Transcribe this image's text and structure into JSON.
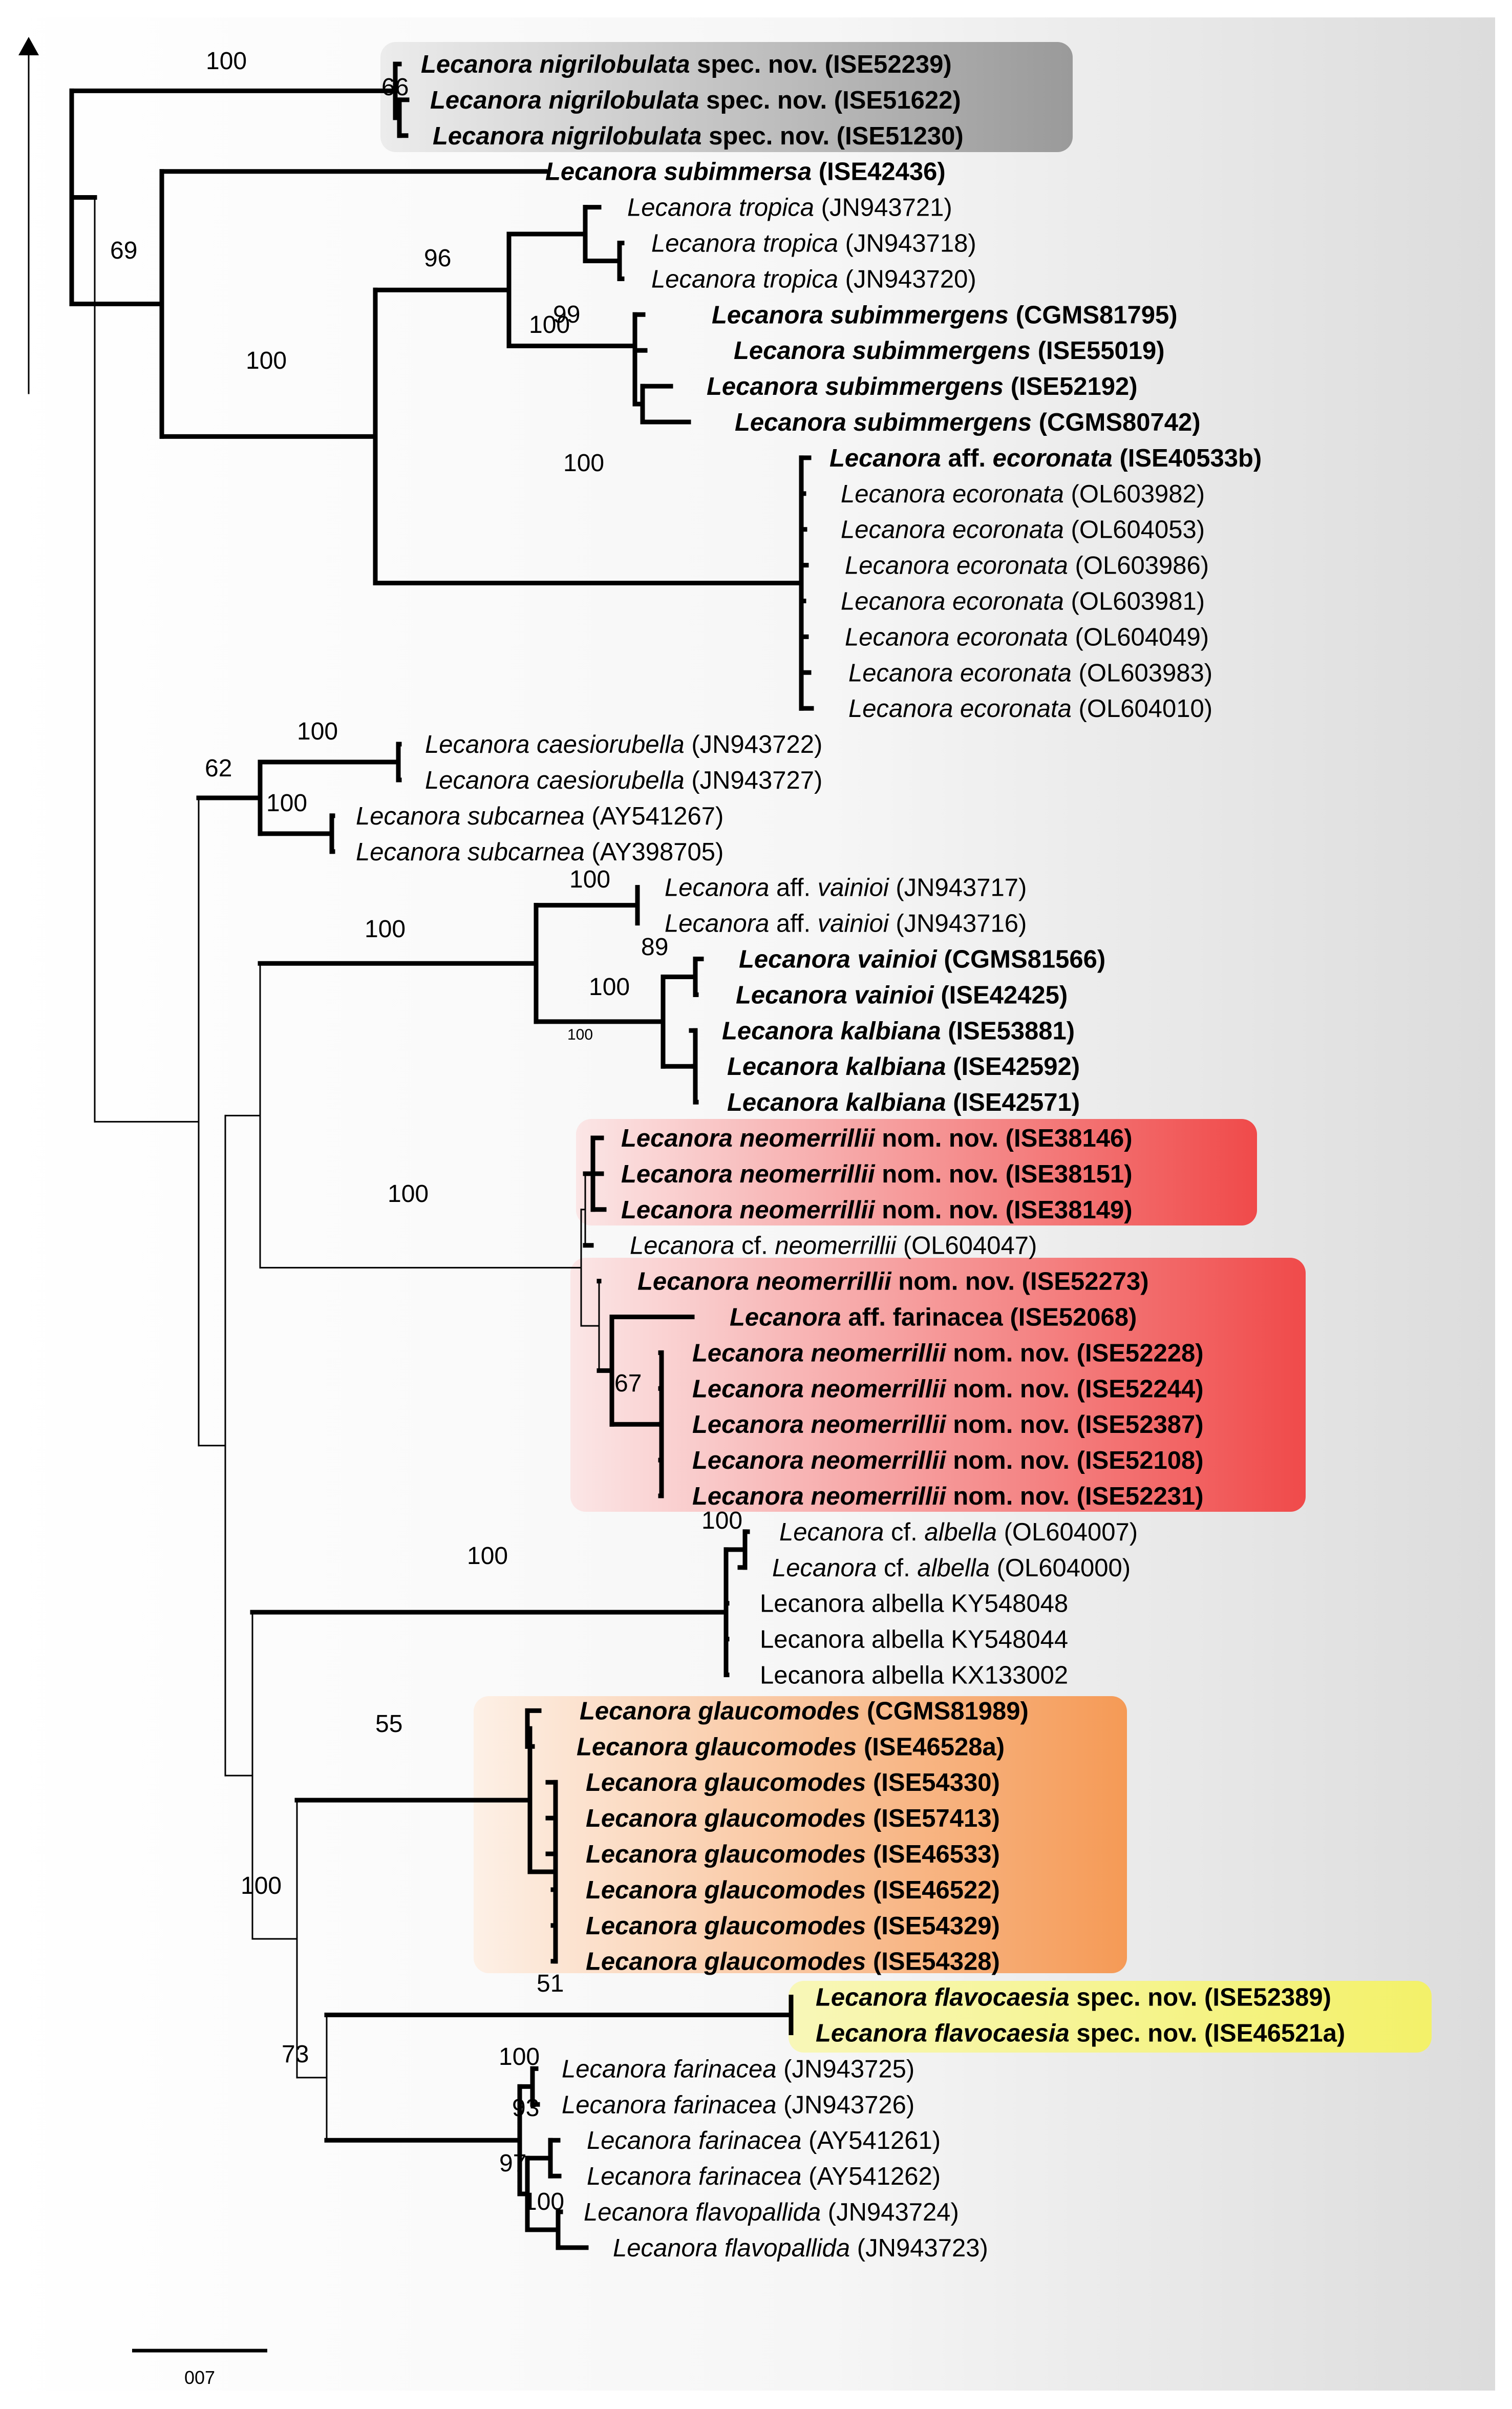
{
  "tree": {
    "taxa": [
      {
        "genus": "Lecanora",
        "epithet": "nigrilobulata",
        "qualifier": "",
        "suffix": "spec. nov.",
        "voucher": "(ISE52239)",
        "bold": true
      },
      {
        "genus": "Lecanora",
        "epithet": "nigrilobulata",
        "qualifier": "",
        "suffix": "spec. nov.",
        "voucher": "(ISE51622)",
        "bold": true
      },
      {
        "genus": "Lecanora",
        "epithet": "nigrilobulata",
        "qualifier": "",
        "suffix": "spec. nov.",
        "voucher": "(ISE51230)",
        "bold": true
      },
      {
        "genus": "Lecanora",
        "epithet": "subimmersa",
        "qualifier": "",
        "suffix": "",
        "voucher": "(ISE42436)",
        "bold": true
      },
      {
        "genus": "Lecanora",
        "epithet": "tropica",
        "qualifier": "",
        "suffix": "",
        "voucher": "(JN943721)",
        "bold": false
      },
      {
        "genus": "Lecanora",
        "epithet": "tropica",
        "qualifier": "",
        "suffix": "",
        "voucher": "(JN943718)",
        "bold": false
      },
      {
        "genus": "Lecanora",
        "epithet": "tropica",
        "qualifier": "",
        "suffix": "",
        "voucher": "(JN943720)",
        "bold": false
      },
      {
        "genus": "Lecanora",
        "epithet": "subimmergens",
        "qualifier": "",
        "suffix": "",
        "voucher": "(CGMS81795)",
        "bold": true
      },
      {
        "genus": "Lecanora",
        "epithet": "subimmergens",
        "qualifier": "",
        "suffix": "",
        "voucher": "(ISE55019)",
        "bold": true
      },
      {
        "genus": "Lecanora",
        "epithet": "subimmergens",
        "qualifier": "",
        "suffix": "",
        "voucher": "(ISE52192)",
        "bold": true
      },
      {
        "genus": "Lecanora",
        "epithet": "subimmergens",
        "qualifier": "",
        "suffix": "",
        "voucher": "(CGMS80742)",
        "bold": true
      },
      {
        "genus": "Lecanora",
        "epithet": "ecoronata",
        "qualifier": "aff.",
        "suffix": "",
        "voucher": "(ISE40533b)",
        "bold": true
      },
      {
        "genus": "Lecanora",
        "epithet": "ecoronata",
        "qualifier": "",
        "suffix": "",
        "voucher": "(OL603982)",
        "bold": false
      },
      {
        "genus": "Lecanora",
        "epithet": "ecoronata",
        "qualifier": "",
        "suffix": "",
        "voucher": "(OL604053)",
        "bold": false
      },
      {
        "genus": "Lecanora",
        "epithet": "ecoronata",
        "qualifier": "",
        "suffix": "",
        "voucher": "(OL603986)",
        "bold": false
      },
      {
        "genus": "Lecanora",
        "epithet": "ecoronata",
        "qualifier": "",
        "suffix": "",
        "voucher": "(OL603981)",
        "bold": false
      },
      {
        "genus": "Lecanora",
        "epithet": "ecoronata",
        "qualifier": "",
        "suffix": "",
        "voucher": "(OL604049)",
        "bold": false
      },
      {
        "genus": "Lecanora",
        "epithet": "ecoronata",
        "qualifier": "",
        "suffix": "",
        "voucher": "(OL603983)",
        "bold": false
      },
      {
        "genus": "Lecanora",
        "epithet": "ecoronata",
        "qualifier": "",
        "suffix": "",
        "voucher": "(OL604010)",
        "bold": false
      },
      {
        "genus": "Lecanora",
        "epithet": "caesiorubella",
        "qualifier": "",
        "suffix": "",
        "voucher": "(JN943722)",
        "bold": false
      },
      {
        "genus": "Lecanora",
        "epithet": "caesiorubella",
        "qualifier": "",
        "suffix": "",
        "voucher": "(JN943727)",
        "bold": false
      },
      {
        "genus": "Lecanora",
        "epithet": "subcarnea",
        "qualifier": "",
        "suffix": "",
        "voucher": "(AY541267)",
        "bold": false
      },
      {
        "genus": "Lecanora",
        "epithet": "subcarnea",
        "qualifier": "",
        "suffix": "",
        "voucher": "(AY398705)",
        "bold": false
      },
      {
        "genus": "Lecanora",
        "epithet": "vainioi",
        "qualifier": "aff.",
        "suffix": "",
        "voucher": "(JN943717)",
        "bold": false
      },
      {
        "genus": "Lecanora",
        "epithet": "vainioi",
        "qualifier": "aff.",
        "suffix": "",
        "voucher": "(JN943716)",
        "bold": false
      },
      {
        "genus": "Lecanora",
        "epithet": "vainioi",
        "qualifier": "",
        "suffix": "",
        "voucher": "(CGMS81566)",
        "bold": true
      },
      {
        "genus": "Lecanora",
        "epithet": "vainioi",
        "qualifier": "",
        "suffix": "",
        "voucher": "(ISE42425)",
        "bold": true
      },
      {
        "genus": "Lecanora",
        "epithet": "kalbiana",
        "qualifier": "",
        "suffix": "",
        "voucher": "(ISE53881)",
        "bold": true
      },
      {
        "genus": "Lecanora",
        "epithet": "kalbiana",
        "qualifier": "",
        "suffix": "",
        "voucher": "(ISE42592)",
        "bold": true
      },
      {
        "genus": "Lecanora",
        "epithet": "kalbiana",
        "qualifier": "",
        "suffix": "",
        "voucher": "(ISE42571)",
        "bold": true
      },
      {
        "genus": "Lecanora",
        "epithet": "neomerrillii",
        "qualifier": "",
        "suffix": "nom. nov.",
        "voucher": "(ISE38146)",
        "bold": true
      },
      {
        "genus": "Lecanora",
        "epithet": "neomerrillii",
        "qualifier": "",
        "suffix": "nom. nov.",
        "voucher": "(ISE38151)",
        "bold": true
      },
      {
        "genus": "Lecanora",
        "epithet": "neomerrillii",
        "qualifier": "",
        "suffix": "nom. nov.",
        "voucher": "(ISE38149)",
        "bold": true
      },
      {
        "genus": "Lecanora",
        "epithet": "neomerrillii",
        "qualifier": "cf.",
        "suffix": "",
        "voucher": "(OL604047)",
        "bold": false
      },
      {
        "genus": "Lecanora",
        "epithet": "neomerrillii",
        "qualifier": "",
        "suffix": "nom. nov.",
        "voucher": "(ISE52273)",
        "bold": true
      },
      {
        "genus": "Lecanora",
        "epithet": "farinacea",
        "qualifier": "aff.",
        "suffix": "",
        "voucher": "(ISE52068)",
        "bold": true,
        "roman_epithet": true
      },
      {
        "genus": "Lecanora",
        "epithet": "neomerrillii",
        "qualifier": "",
        "suffix": "nom. nov.",
        "voucher": "(ISE52228)",
        "bold": true
      },
      {
        "genus": "Lecanora",
        "epithet": "neomerrillii",
        "qualifier": "",
        "suffix": "nom. nov.",
        "voucher": "(ISE52244)",
        "bold": true
      },
      {
        "genus": "Lecanora",
        "epithet": "neomerrillii",
        "qualifier": "",
        "suffix": "nom. nov.",
        "voucher": "(ISE52387)",
        "bold": true
      },
      {
        "genus": "Lecanora",
        "epithet": "neomerrillii",
        "qualifier": "",
        "suffix": "nom. nov.",
        "voucher": "(ISE52108)",
        "bold": true
      },
      {
        "genus": "Lecanora",
        "epithet": "neomerrillii",
        "qualifier": "",
        "suffix": "nom. nov.",
        "voucher": "(ISE52231)",
        "bold": true
      },
      {
        "genus": "Lecanora",
        "epithet": "albella",
        "qualifier": "cf.",
        "suffix": "",
        "voucher": "(OL604007)",
        "bold": false
      },
      {
        "genus": "Lecanora",
        "epithet": "albella",
        "qualifier": "cf.",
        "suffix": "",
        "voucher": "(OL604000)",
        "bold": false
      },
      {
        "genus": "Lecanora",
        "epithet": "albella",
        "qualifier": "",
        "suffix": "",
        "voucher": "KY548048",
        "bold": false,
        "roman": true
      },
      {
        "genus": "Lecanora",
        "epithet": "albella",
        "qualifier": "",
        "suffix": "",
        "voucher": "KY548044",
        "bold": false,
        "roman": true
      },
      {
        "genus": "Lecanora",
        "epithet": "albella",
        "qualifier": "",
        "suffix": "",
        "voucher": "KX133002",
        "bold": false,
        "roman": true
      },
      {
        "genus": "Lecanora",
        "epithet": "glaucomodes",
        "qualifier": "",
        "suffix": "",
        "voucher": "(CGMS81989)",
        "bold": true
      },
      {
        "genus": "Lecanora",
        "epithet": "glaucomodes",
        "qualifier": "",
        "suffix": "",
        "voucher": "(ISE46528a)",
        "bold": true
      },
      {
        "genus": "Lecanora",
        "epithet": "glaucomodes",
        "qualifier": "",
        "suffix": "",
        "voucher": "(ISE54330)",
        "bold": true
      },
      {
        "genus": "Lecanora",
        "epithet": "glaucomodes",
        "qualifier": "",
        "suffix": "",
        "voucher": "(ISE57413)",
        "bold": true
      },
      {
        "genus": "Lecanora",
        "epithet": "glaucomodes",
        "qualifier": "",
        "suffix": "",
        "voucher": "(ISE46533)",
        "bold": true
      },
      {
        "genus": "Lecanora",
        "epithet": "glaucomodes",
        "qualifier": "",
        "suffix": "",
        "voucher": "(ISE46522)",
        "bold": true
      },
      {
        "genus": "Lecanora",
        "epithet": "glaucomodes",
        "qualifier": "",
        "suffix": "",
        "voucher": "(ISE54329)",
        "bold": true
      },
      {
        "genus": "Lecanora",
        "epithet": "glaucomodes",
        "qualifier": "",
        "suffix": "",
        "voucher": "(ISE54328)",
        "bold": true
      },
      {
        "genus": "Lecanora",
        "epithet": "flavocaesia",
        "qualifier": "",
        "suffix": "spec. nov.",
        "voucher": "(ISE52389)",
        "bold": true
      },
      {
        "genus": "Lecanora",
        "epithet": "flavocaesia",
        "qualifier": "",
        "suffix": "spec. nov.",
        "voucher": "(ISE46521a)",
        "bold": true
      },
      {
        "genus": "Lecanora",
        "epithet": "farinacea",
        "qualifier": "",
        "suffix": "",
        "voucher": "(JN943725)",
        "bold": false
      },
      {
        "genus": "Lecanora",
        "epithet": "farinacea",
        "qualifier": "",
        "suffix": "",
        "voucher": "(JN943726)",
        "bold": false
      },
      {
        "genus": "Lecanora",
        "epithet": "farinacea",
        "qualifier": "",
        "suffix": "",
        "voucher": "(AY541261)",
        "bold": false
      },
      {
        "genus": "Lecanora",
        "epithet": "farinacea",
        "qualifier": "",
        "suffix": "",
        "voucher": "(AY541262)",
        "bold": false
      },
      {
        "genus": "Lecanora",
        "epithet": "flavopallida",
        "qualifier": "",
        "suffix": "",
        "voucher": "(JN943724)",
        "bold": false
      },
      {
        "genus": "Lecanora",
        "epithet": "flavopallida",
        "qualifier": "",
        "suffix": "",
        "voucher": "(JN943723)",
        "bold": false
      }
    ],
    "supports": [
      "100",
      "66",
      "69",
      "100",
      "96",
      "99",
      "100",
      "100",
      "62",
      "100",
      "100",
      "100",
      "100",
      "89",
      "100",
      "100",
      "100",
      "67",
      "100",
      "100",
      "55",
      "100",
      "51",
      "73",
      "100",
      "93",
      "97",
      "100"
    ],
    "highlight_colors": {
      "nigrilobulata": "#9a9a9a",
      "neomerrillii": "#f04a4a",
      "glaucomodes": "#f59a56",
      "flavocaesia": "#f3f169"
    },
    "scale_bar": {
      "label": "007"
    }
  }
}
